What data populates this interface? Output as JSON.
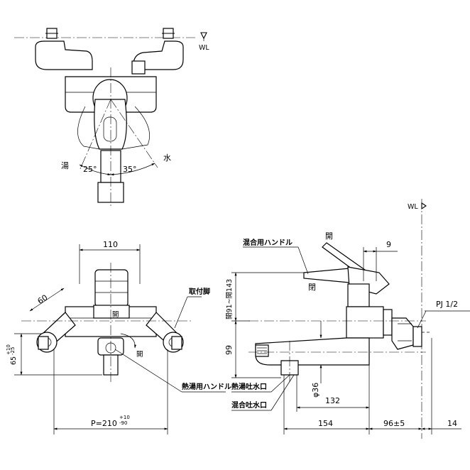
{
  "labels": {
    "wl_top": "WL",
    "wl_side": "WL",
    "hot": "湯",
    "cold": "水",
    "angle_hot": "25°",
    "angle_cold": "35°",
    "dim_110": "110",
    "dim_60": "60",
    "dim_65": "65",
    "dim_65_tol_plus": "+10",
    "dim_65_tol_minus": "-25",
    "dim_p": "P=210",
    "dim_p_tol_plus": "+10",
    "dim_p_tol_minus": "-90",
    "dim_9": "9",
    "dim_pj": "PJ 1/2",
    "dim_91_143": "開91~開143",
    "dim_99": "99",
    "dim_36": "φ36",
    "dim_132": "132",
    "dim_154": "154",
    "dim_96": "96±5",
    "dim_14": "14",
    "mix_handle": "混合用ハンドル",
    "hot_handle": "熱湯用ハンドル",
    "mount_plate": "取付脚",
    "hot_outlet": "熱湯吐水口",
    "mix_outlet": "混合吐水口",
    "open_1": "開",
    "open_2": "開",
    "open_3": "開",
    "open_4": "閉"
  }
}
